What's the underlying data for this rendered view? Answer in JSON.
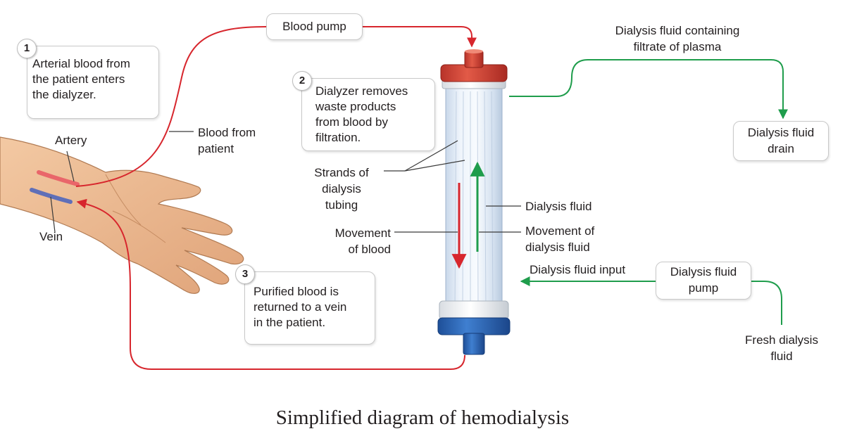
{
  "caption": "Simplified diagram of hemodialysis",
  "colors": {
    "blood": "#d7262d",
    "fluid": "#1f9d4c",
    "leader": "#3a3a3a",
    "cap_red": "#d8493a",
    "cap_blue": "#2b63b8"
  },
  "steps": [
    {
      "number": "1",
      "text": "Arterial blood from\nthe patient enters\nthe dialyzer."
    },
    {
      "number": "2",
      "text": "Dialyzer removes\nwaste products\nfrom blood by\nfiltration."
    },
    {
      "number": "3",
      "text": "Purified blood is\nreturned to a vein\nin the patient."
    }
  ],
  "labels": {
    "blood_pump": "Blood pump",
    "artery": "Artery",
    "vein": "Vein",
    "blood_from_patient": "Blood from\npatient",
    "strands": "Strands of\ndialysis\ntubing",
    "movement_blood": "Movement\nof blood",
    "dialysis_fluid": "Dialysis fluid",
    "movement_fluid": "Movement of\ndialysis fluid",
    "fluid_input": "Dialysis fluid input",
    "fluid_pump": "Dialysis fluid\npump",
    "fresh_fluid": "Fresh dialysis\nfluid",
    "filtrate": "Dialysis fluid containing\nfiltrate of plasma",
    "drain": "Dialysis fluid\ndrain"
  },
  "icons": {
    "arm": "hand-arm-illustration",
    "dialyzer": "dialyzer-cylinder"
  }
}
